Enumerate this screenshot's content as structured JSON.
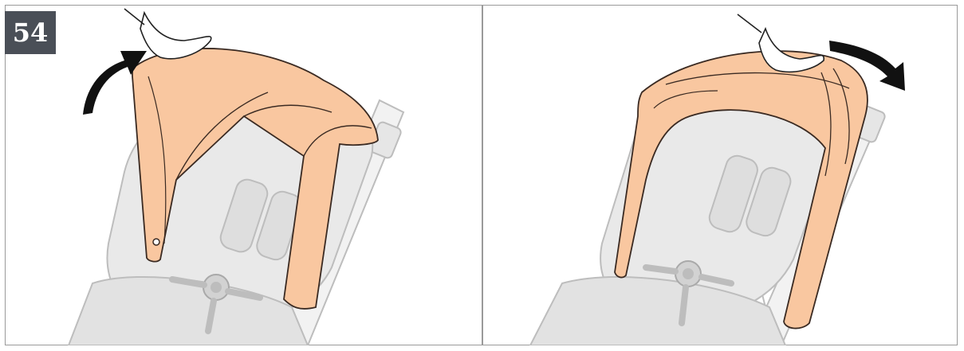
{
  "step": {
    "number": "54"
  },
  "colors": {
    "canopy": "#f9c7a0",
    "canopy_stroke": "#3a2a22",
    "seat": "#e9e9e9",
    "seat_stroke": "#bdbdbd",
    "arrow": "#111111",
    "badge": "#4a4f57",
    "frame": "#9a9a9a"
  },
  "panels": [
    {
      "id": "fold-canopy-forward",
      "arrow": "curved-arrow-up-right"
    },
    {
      "id": "push-canopy-down",
      "arrow": "curved-arrow-down-right"
    }
  ]
}
